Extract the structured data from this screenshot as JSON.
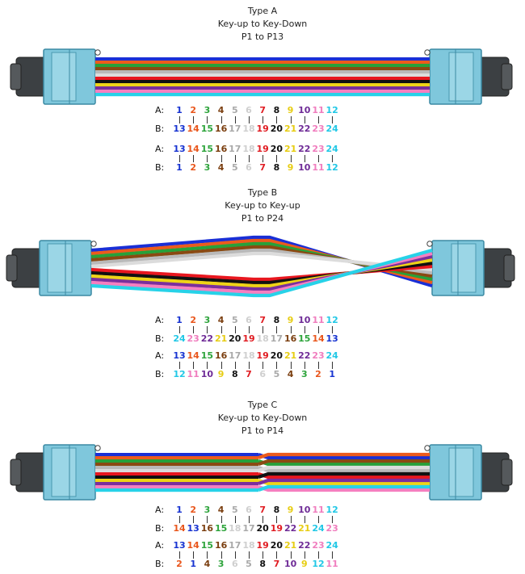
{
  "fiber_colors": [
    "#1a2fd6",
    "#ec5b1c",
    "#27a13a",
    "#8a4a12",
    "#b9b9b9",
    "#dcdcdc",
    "#e8171f",
    "#111111",
    "#efd317",
    "#7a2f9c",
    "#f57fc0",
    "#27d2e8"
  ],
  "number_colors": [
    "#1733d1",
    "#e9561c",
    "#2ea43c",
    "#7b3f10",
    "#a9a9a9",
    "#cfcfcf",
    "#e01c22",
    "#111111",
    "#e7cd14",
    "#6f2c97",
    "#f07dbe",
    "#22c8e6"
  ],
  "labels": {
    "a": "A:",
    "b": "B:"
  },
  "types": [
    {
      "title": "Type A",
      "subtitle": "Key-up to Key-Down",
      "polarity": "P1 to P13",
      "map1": {
        "a": [
          1,
          2,
          3,
          4,
          5,
          6,
          7,
          8,
          9,
          10,
          11,
          12
        ],
        "b": [
          13,
          14,
          15,
          16,
          17,
          18,
          19,
          20,
          21,
          22,
          23,
          24
        ]
      },
      "map2": {
        "a": [
          13,
          14,
          15,
          16,
          17,
          18,
          19,
          20,
          21,
          22,
          23,
          24
        ],
        "b": [
          1,
          2,
          3,
          4,
          5,
          6,
          7,
          8,
          9,
          10,
          11,
          12
        ]
      }
    },
    {
      "title": "Type B",
      "subtitle": "Key-up to Key-up",
      "polarity": "P1 to P24",
      "map1": {
        "a": [
          1,
          2,
          3,
          4,
          5,
          6,
          7,
          8,
          9,
          10,
          11,
          12
        ],
        "b": [
          24,
          23,
          22,
          21,
          20,
          19,
          18,
          17,
          16,
          15,
          14,
          13
        ]
      },
      "map2": {
        "a": [
          13,
          14,
          15,
          16,
          17,
          18,
          19,
          20,
          21,
          22,
          23,
          24
        ],
        "b": [
          12,
          11,
          10,
          9,
          8,
          7,
          6,
          5,
          4,
          3,
          2,
          1
        ]
      }
    },
    {
      "title": "Type C",
      "subtitle": "Key-up to Key-Down",
      "polarity": "P1 to P14",
      "map1": {
        "a": [
          1,
          2,
          3,
          4,
          5,
          6,
          7,
          8,
          9,
          10,
          11,
          12
        ],
        "b": [
          14,
          13,
          16,
          15,
          18,
          17,
          20,
          19,
          22,
          21,
          24,
          23
        ]
      },
      "map2": {
        "a": [
          13,
          14,
          15,
          16,
          17,
          18,
          19,
          20,
          21,
          22,
          23,
          24
        ],
        "b": [
          2,
          1,
          4,
          3,
          6,
          5,
          8,
          7,
          10,
          9,
          12,
          11
        ]
      }
    }
  ]
}
